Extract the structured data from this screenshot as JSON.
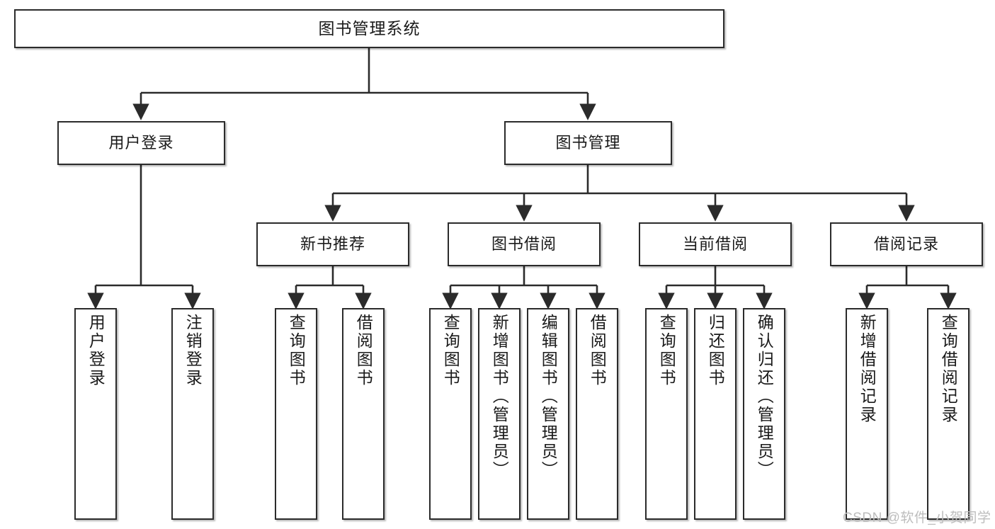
{
  "diagram": {
    "title": "图书管理系统",
    "type": "tree-hierarchy-chart",
    "watermark": "CSDN @软件_小贺同学",
    "line_color": "#2b2b2b",
    "box_fill": "#ffffff",
    "text_color": "#1a1a1a",
    "nodes": {
      "root": {
        "label": "图书管理系统"
      },
      "level2": [
        {
          "label": "用户登录"
        },
        {
          "label": "图书管理"
        }
      ],
      "level3": [
        {
          "label": "新书推荐"
        },
        {
          "label": "图书借阅"
        },
        {
          "label": "当前借阅"
        },
        {
          "label": "借阅记录"
        }
      ],
      "leaves": [
        {
          "label": "用户登录",
          "parent": "用户登录"
        },
        {
          "label": "注销登录",
          "parent": "用户登录"
        },
        {
          "label": "查询图书",
          "parent": "新书推荐"
        },
        {
          "label": "借阅图书",
          "parent": "新书推荐"
        },
        {
          "label": "查询图书",
          "parent": "图书借阅"
        },
        {
          "label": "新增图书（管理员）",
          "parent": "图书借阅"
        },
        {
          "label": "编辑图书（管理员）",
          "parent": "图书借阅"
        },
        {
          "label": "借阅图书",
          "parent": "图书借阅"
        },
        {
          "label": "查询图书",
          "parent": "当前借阅"
        },
        {
          "label": "归还图书",
          "parent": "当前借阅"
        },
        {
          "label": "确认归还（管理员）",
          "parent": "当前借阅"
        },
        {
          "label": "新增借阅记录",
          "parent": "借阅记录"
        },
        {
          "label": "查询借阅记录",
          "parent": "借阅记录"
        }
      ]
    }
  }
}
